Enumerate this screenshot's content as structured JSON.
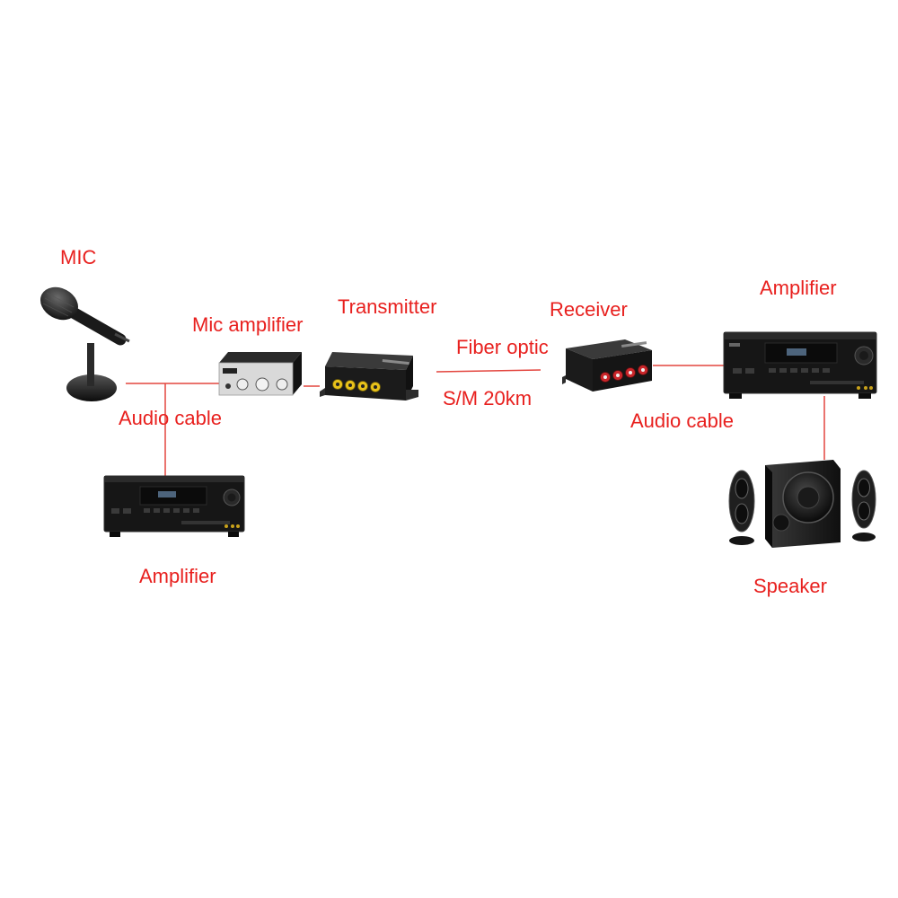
{
  "colors": {
    "label": "#e8201e",
    "wire": "#e3463f",
    "device_dark": "#1b1b1b",
    "device_mid": "#3a3a3a",
    "rca_yellow": "#e8c21a",
    "rca_red": "#c9262a",
    "display_blue": "#7aa0c8",
    "mic_amp_silver": "#d9d9d9"
  },
  "labels": {
    "mic": "MIC",
    "mic_amplifier": "Mic amplifier",
    "transmitter": "Transmitter",
    "receiver": "Receiver",
    "fiber_optic": "Fiber optic",
    "sm_distance": "S/M 20km",
    "audio_cable_left": "Audio cable",
    "audio_cable_right": "Audio cable",
    "amplifier_left": "Amplifier",
    "amplifier_right": "Amplifier",
    "speaker": "Speaker"
  },
  "icons": {
    "microphone": "microphone-icon",
    "mic_amplifier": "mic-amplifier-icon",
    "transmitter": "transmitter-icon",
    "receiver": "receiver-icon",
    "amplifier": "av-receiver-icon",
    "speaker": "speaker-system-icon"
  }
}
